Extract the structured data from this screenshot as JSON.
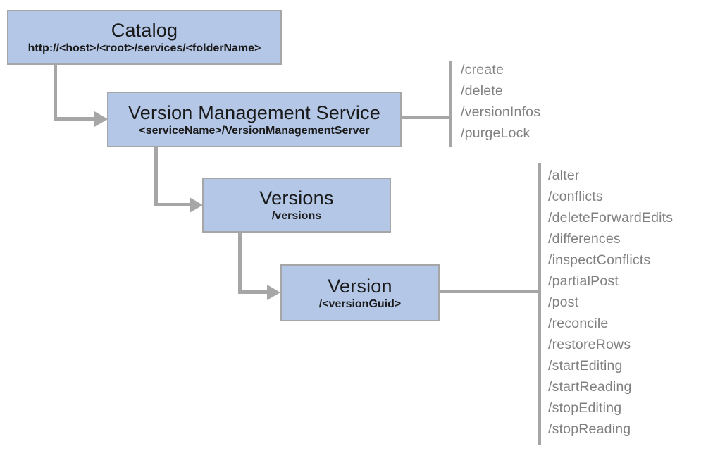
{
  "diagram": {
    "nodes": [
      {
        "id": "catalog",
        "title": "Catalog",
        "subtitle": "http://<host>/<root>/services/<folderName>"
      },
      {
        "id": "version-management-service",
        "title": "Version Management Service",
        "subtitle": "<serviceName>/VersionManagementServer"
      },
      {
        "id": "versions",
        "title": "Versions",
        "subtitle": "/versions"
      },
      {
        "id": "version",
        "title": "Version",
        "subtitle": "/<versionGuid>"
      }
    ],
    "operation_lists": [
      {
        "parent": "version-management-service",
        "items": [
          "/create",
          "/delete",
          "/versionInfos",
          "/purgeLock"
        ]
      },
      {
        "parent": "version",
        "items": [
          "/alter",
          "/conflicts",
          "/deleteForwardEdits",
          "/differences",
          "/inspectConflicts",
          "/partialPost",
          "/post",
          "/reconcile",
          "/restoreRows",
          "/startEditing",
          "/startReading",
          "/stopEditing",
          "/stopReading"
        ]
      }
    ],
    "colors": {
      "node_fill": "#b4c7e7",
      "node_border": "#a6a6a6",
      "connector": "#a6a6a6",
      "operation_text": "#808080",
      "node_text": "#1a1a1a",
      "background": "#ffffff"
    }
  }
}
